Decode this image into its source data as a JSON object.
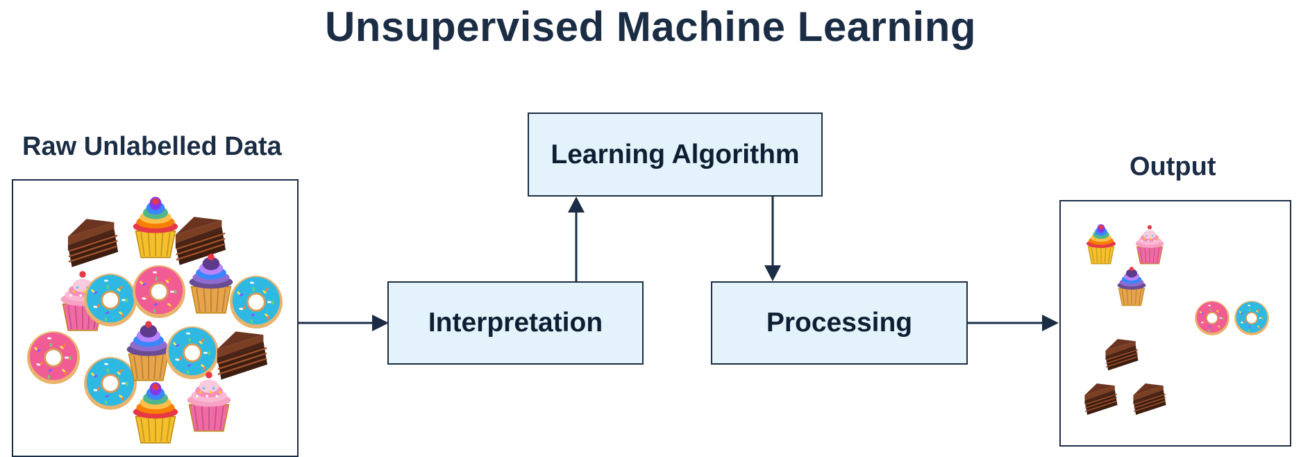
{
  "title": "Unsupervised Machine Learning",
  "input_label": "Raw Unlabelled Data",
  "output_label": "Output",
  "nodes": {
    "interpretation": "Interpretation",
    "learning_algorithm": "Learning Algorithm",
    "processing": "Processing"
  },
  "input_items": [
    {
      "kind": "cake"
    },
    {
      "kind": "cupcake-rainbow"
    },
    {
      "kind": "cake"
    },
    {
      "kind": "cupcake-pink"
    },
    {
      "kind": "donut-blue"
    },
    {
      "kind": "donut-pink"
    },
    {
      "kind": "cupcake-purple"
    },
    {
      "kind": "donut-blue"
    },
    {
      "kind": "donut-pink"
    },
    {
      "kind": "donut-blue"
    },
    {
      "kind": "cupcake-purple"
    },
    {
      "kind": "donut-blue"
    },
    {
      "kind": "cake"
    },
    {
      "kind": "cupcake-rainbow"
    },
    {
      "kind": "cupcake-pink"
    }
  ],
  "output_clusters": [
    {
      "group": "cupcakes",
      "items": [
        "cupcake-rainbow",
        "cupcake-pink",
        "cupcake-purple"
      ]
    },
    {
      "group": "donuts",
      "items": [
        "donut-pink",
        "donut-blue"
      ]
    },
    {
      "group": "cakes",
      "items": [
        "cake",
        "cake",
        "cake"
      ]
    }
  ],
  "colors": {
    "stroke": "#1b2d45",
    "node_fill": "#e4f2fc",
    "donut_pink": "#f25c95",
    "donut_blue": "#2fb9e2",
    "cake": "#5a2d1c",
    "cupcake_wrapper_yellow": "#f5c02a",
    "cupcake_wrapper_pink": "#f26aa5"
  }
}
